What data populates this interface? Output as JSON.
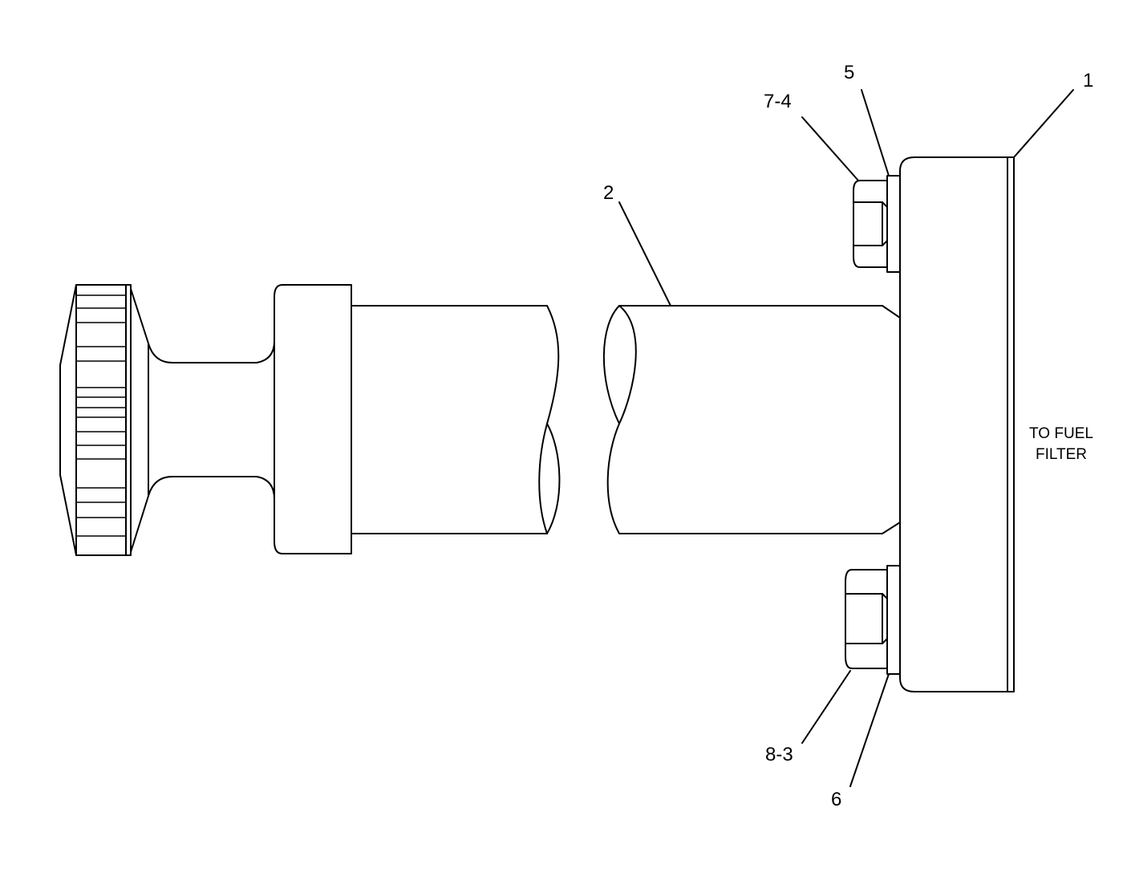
{
  "callouts": {
    "c1": "1",
    "c2": "2",
    "c5": "5",
    "c6": "6",
    "c7_4": "7-4",
    "c8_3": "8-3"
  },
  "note": {
    "line1": "TO FUEL",
    "line2": "FILTER"
  },
  "colors": {
    "line": "#000000",
    "background": "#ffffff"
  }
}
